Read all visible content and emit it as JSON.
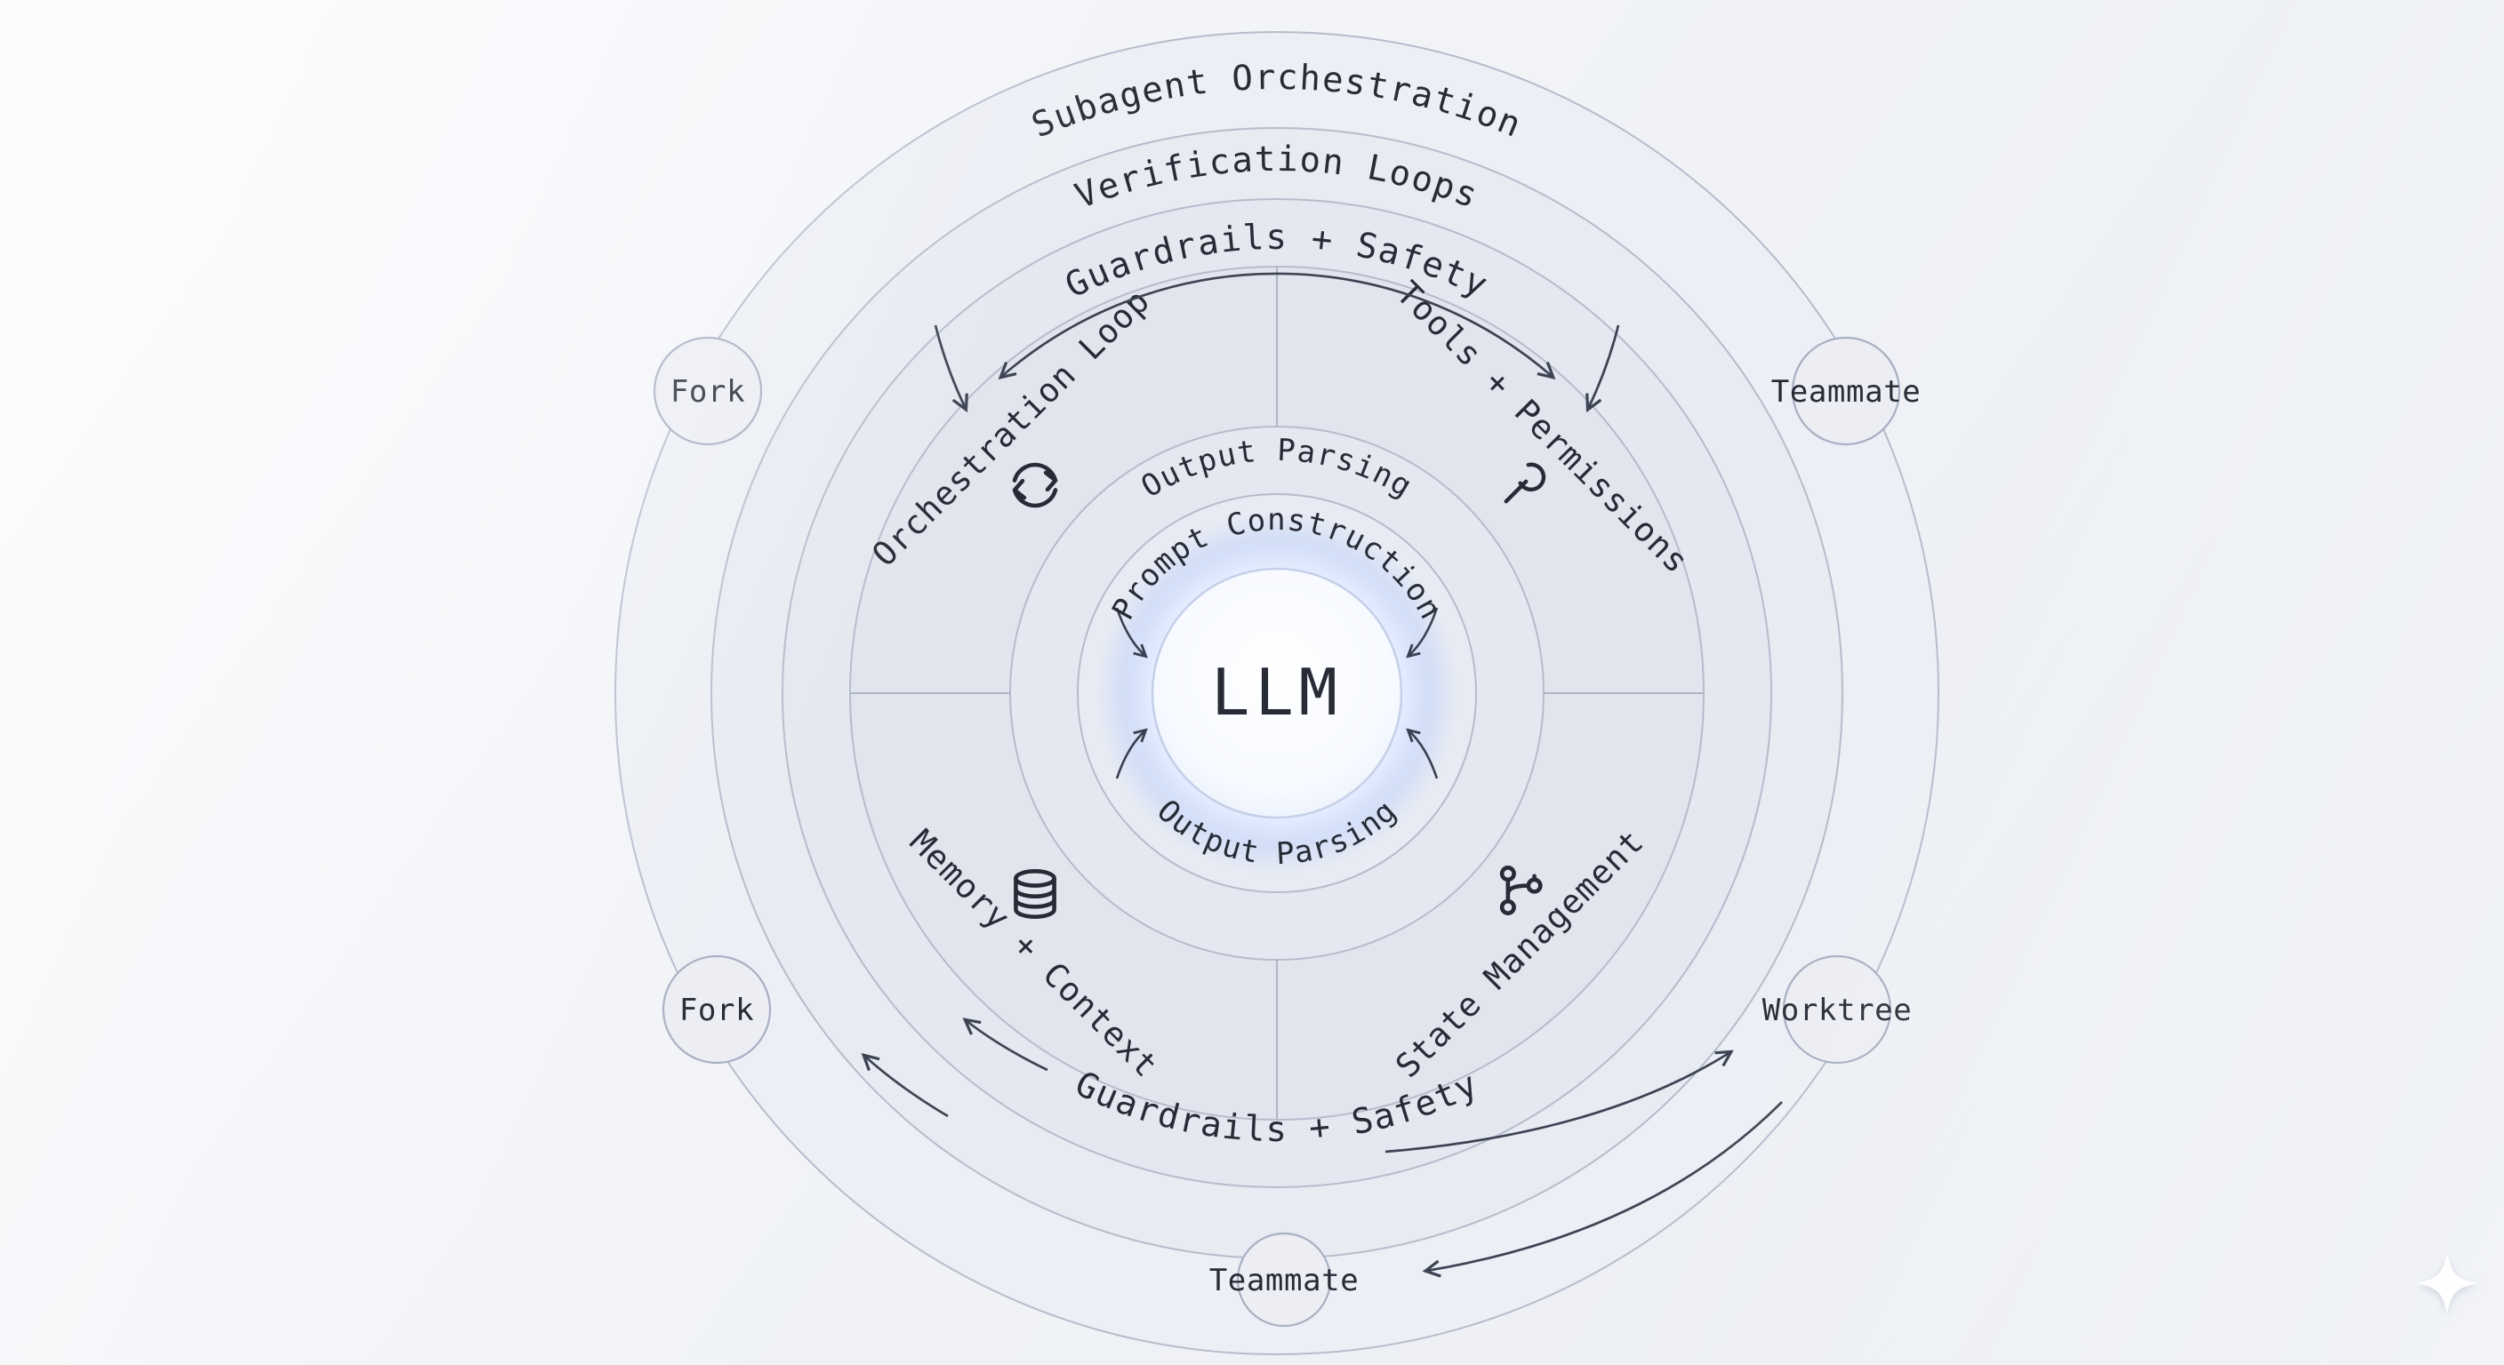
{
  "center": {
    "label": "LLM"
  },
  "inner_ring": {
    "top": "Prompt Construction",
    "bottom": "Output Parsing"
  },
  "second_ring": {
    "top": "Output Parsing"
  },
  "quadrants": {
    "upper_left": {
      "label": "Orchestration Loop",
      "icon": "cycle-icon"
    },
    "upper_right": {
      "label": "Tools + Permissions",
      "icon": "wrench-icon"
    },
    "lower_left": {
      "label": "Memory + Context",
      "icon": "database-icon"
    },
    "lower_right": {
      "label": "State Management",
      "icon": "git-branch-icon"
    }
  },
  "outer_rings": {
    "guardrails_top": "Guardrails + Safety",
    "guardrails_bottom": "Guardrails + Safety",
    "verification": "Verification Loops",
    "subagent": "Subagent Orchestration"
  },
  "satellites": {
    "fork_top": {
      "label": "Fork"
    },
    "teammate_right": {
      "label": "Teammate"
    },
    "fork_bottom": {
      "label": "Fork"
    },
    "worktree": {
      "label": "Worktree"
    },
    "teammate_bottom": {
      "label": "Teammate"
    }
  },
  "logo": {
    "icon": "sparkle-logo"
  },
  "colors": {
    "background": "#eef0f5",
    "ring_stroke": "#b5bccc",
    "text": "#262b36",
    "arrow": "#3c4352",
    "node_fill": "#eceef4",
    "glow": "#c3d5f9"
  }
}
